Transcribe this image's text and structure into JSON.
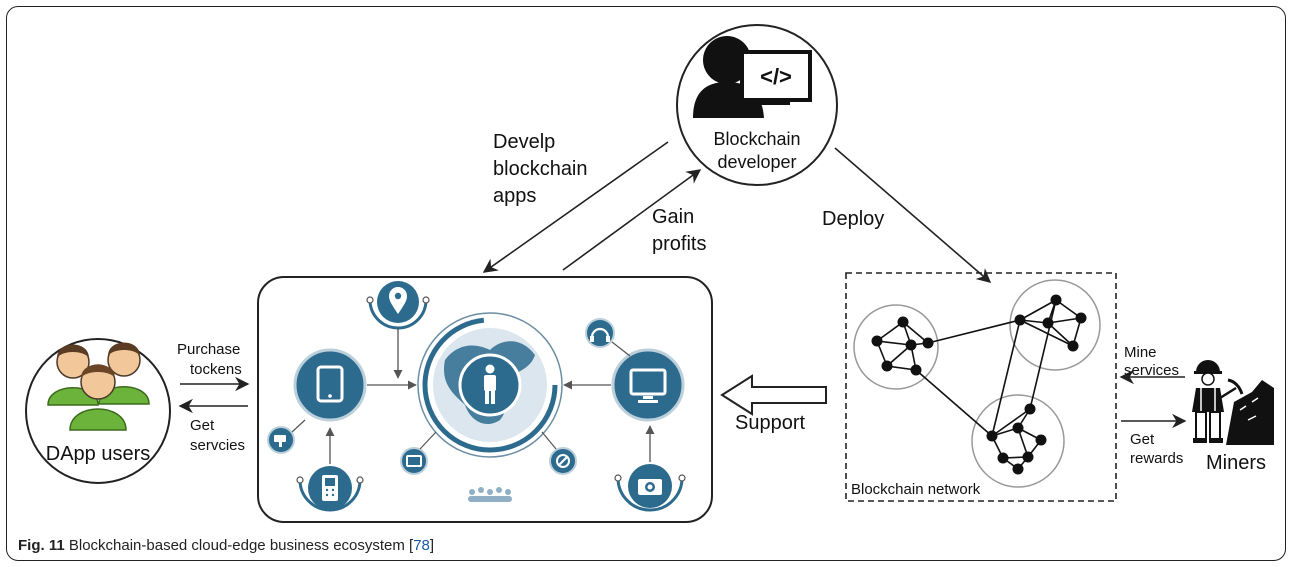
{
  "caption": {
    "figure_label": "Fig. 11",
    "text": "Blockchain-based cloud-edge business ecosystem [",
    "ref": "78",
    "close": "]"
  },
  "developer": {
    "title_line1": "Blockchain",
    "title_line2": "developer",
    "code_glyph": "</>"
  },
  "users": {
    "label": "DApp users"
  },
  "miners": {
    "label": "Miners"
  },
  "network": {
    "label": "Blockchain network"
  },
  "edges": {
    "develop_line1": "Develp",
    "develop_line2": "blockchain",
    "develop_line3": "apps",
    "gain_line1": "Gain",
    "gain_line2": "profits",
    "deploy": "Deploy",
    "support": "Support",
    "purchase_line1": "Purchase",
    "purchase_line2": "tockens",
    "get_services_line1": "Get",
    "get_services_line2": "servcies",
    "mine_line1": "Mine",
    "mine_line2": "services",
    "rewards_line1": "Get",
    "rewards_line2": "rewards"
  },
  "colors": {
    "node_blue": "#2d6b8e",
    "teal_dark": "#234f66",
    "users_green": "#6bb33a",
    "line": "#222222"
  }
}
